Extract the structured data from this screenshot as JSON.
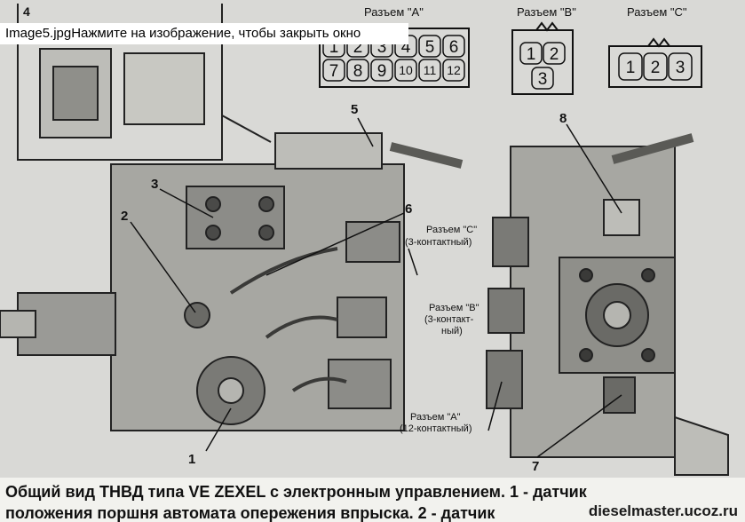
{
  "viewer": {
    "overlay_text": "Image5.jpgНажмите на изображение, чтобы закрыть окно"
  },
  "connectors": {
    "a": {
      "label": "Разъем \"А\"",
      "pins": [
        "1",
        "2",
        "3",
        "4",
        "5",
        "6",
        "7",
        "8",
        "9",
        "10",
        "11",
        "12"
      ]
    },
    "b": {
      "label": "Разъем \"В\"",
      "pins": [
        "1",
        "2",
        "3"
      ]
    },
    "c": {
      "label": "Разъем \"С\"",
      "pins": [
        "1",
        "2",
        "3"
      ]
    }
  },
  "callouts": {
    "n1": "1",
    "n2": "2",
    "n3": "3",
    "n4": "4",
    "n5": "5",
    "n6": "6",
    "n7": "7",
    "n8": "8"
  },
  "diagram_labels": {
    "c_name": "Разъем \"С\"",
    "c_desc": "(3-контактный)",
    "b_name": "Разъем \"В\"",
    "b_desc1": "(3-контакт-",
    "b_desc2": "ный)",
    "a_name": "Разъем \"А\"",
    "a_desc": "(12-контактный)"
  },
  "caption": {
    "line1": "Общий вид ТНВД типа VE ZEXEL с электронным управлением. 1 - датчик",
    "line2": "положения поршня автомата опережения впрыска. 2 - датчик"
  },
  "watermark": "dieselmaster.ucoz.ru",
  "colors": {
    "background": "#d9d9d6",
    "ink": "#111111"
  }
}
